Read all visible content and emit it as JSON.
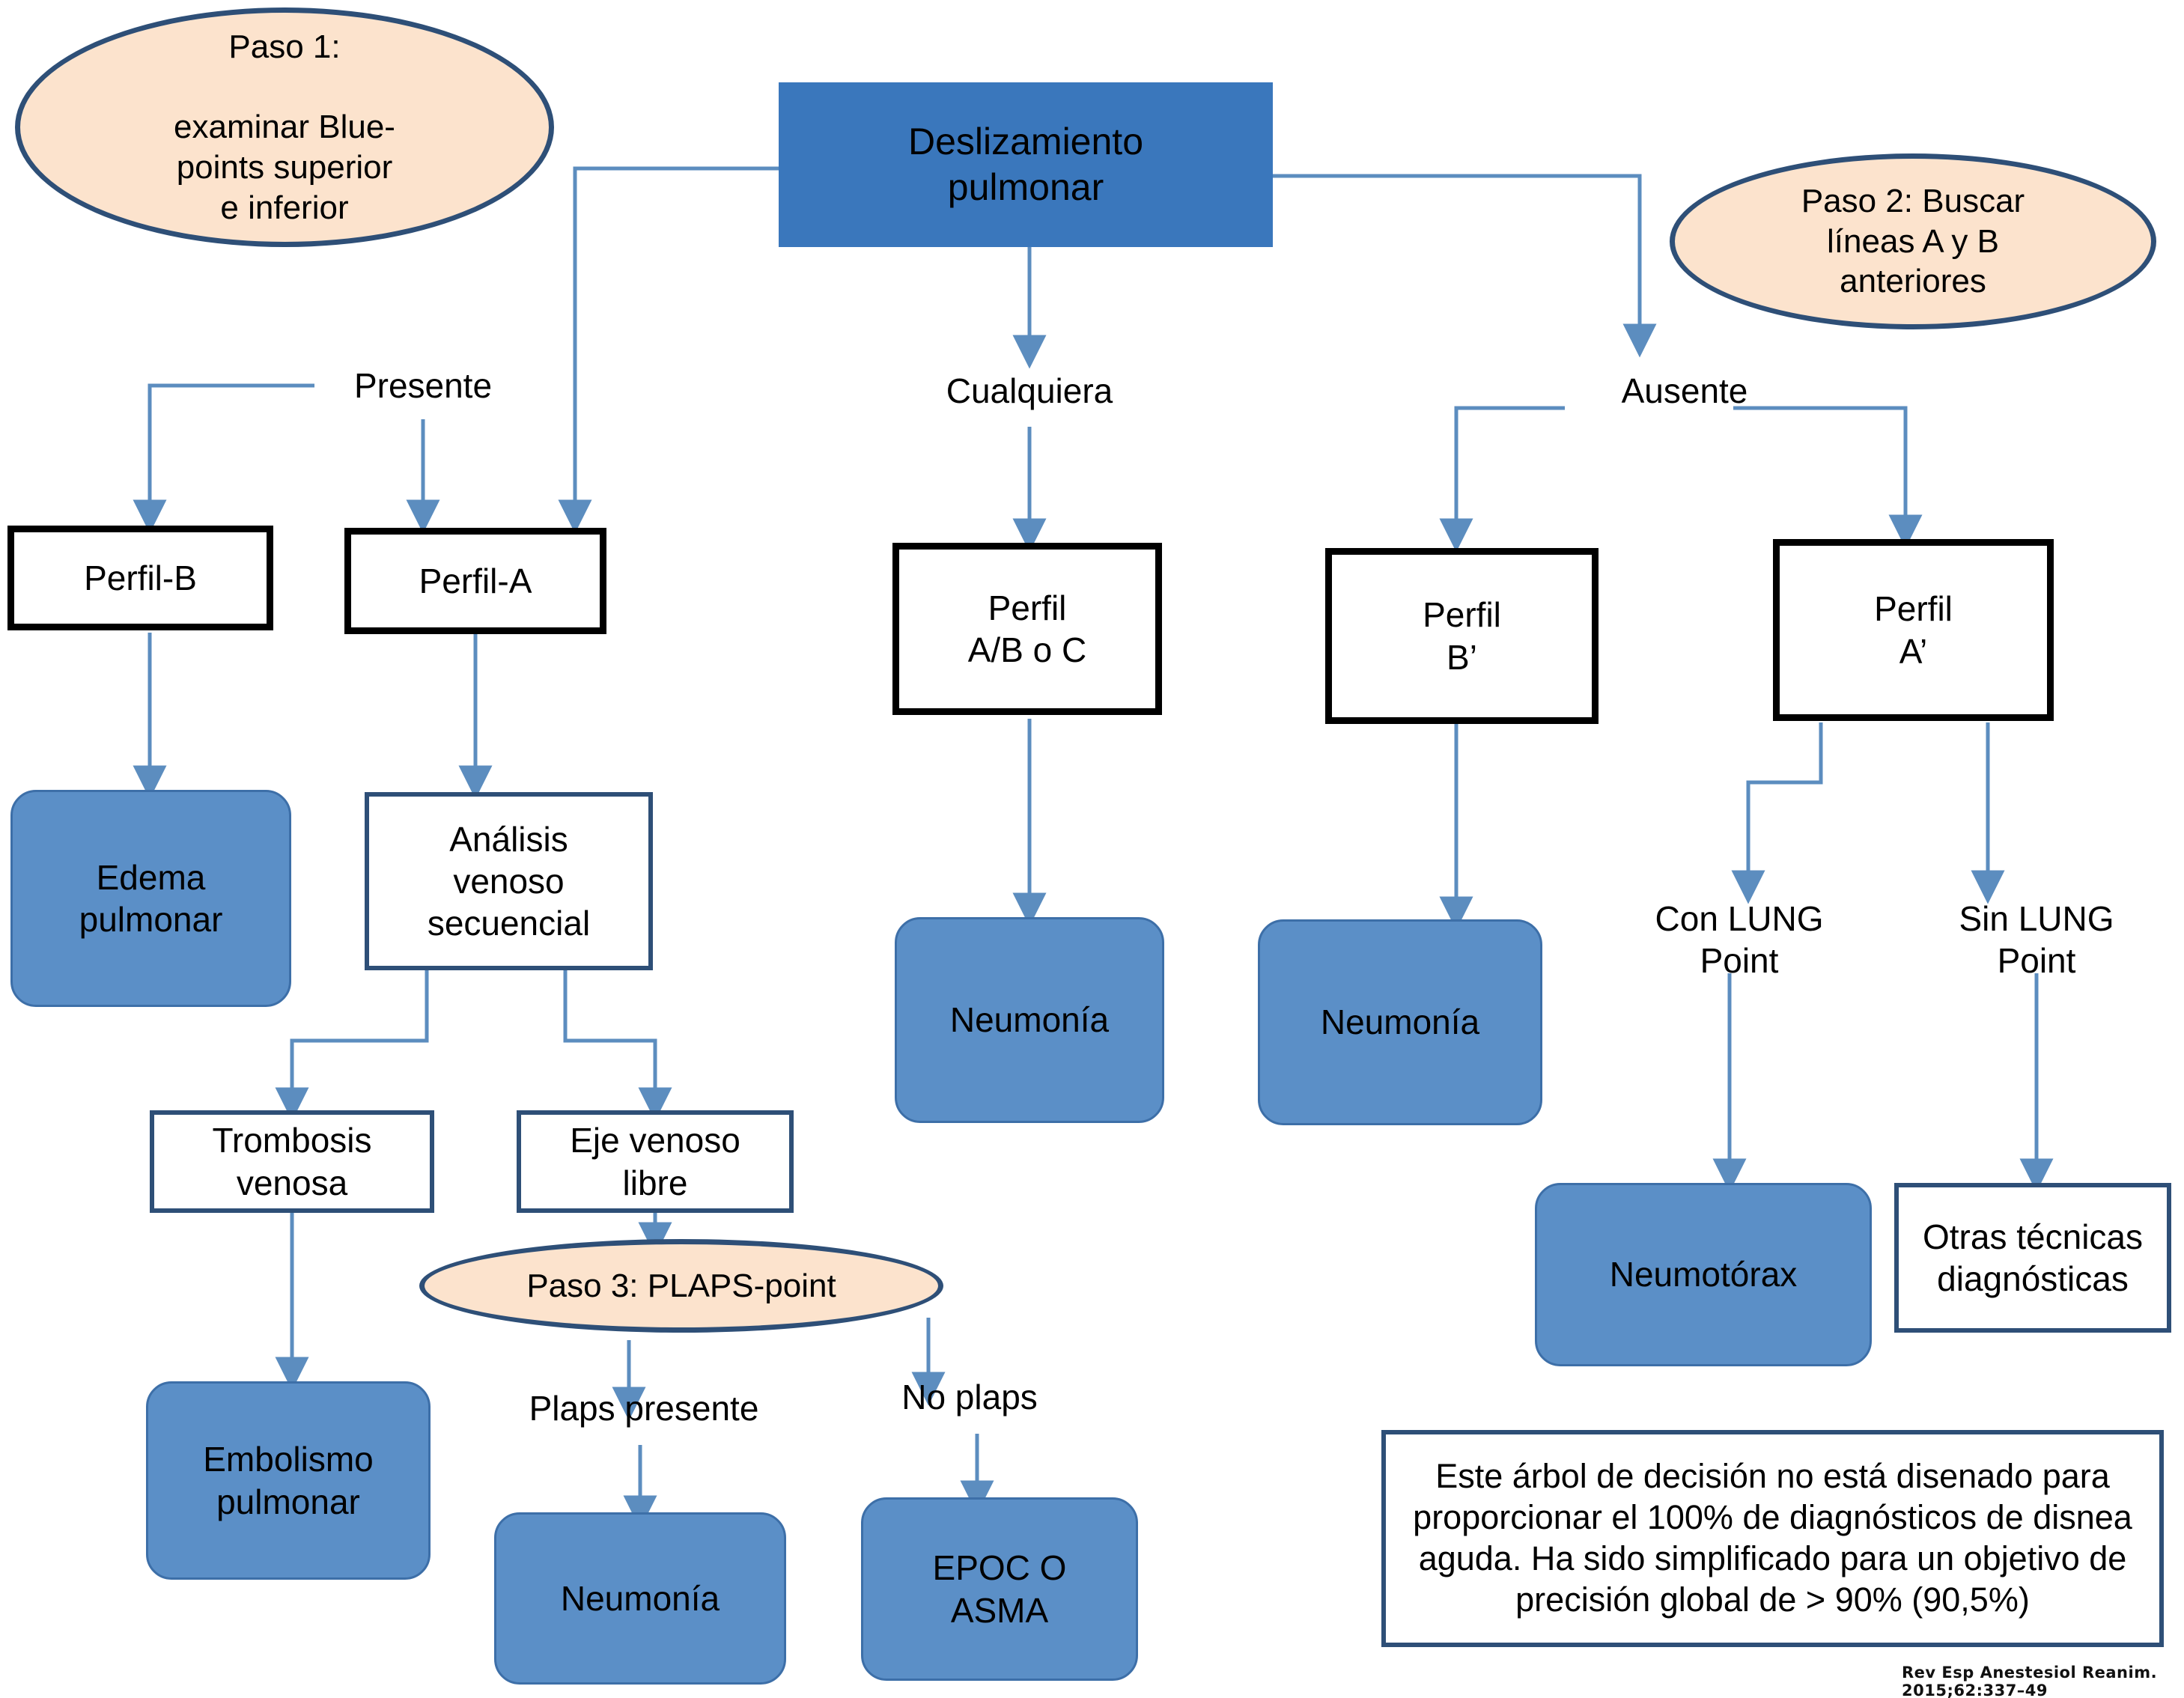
{
  "figure": {
    "citation": "Rev Esp Anestesiol Reanim. 2015;62:337–49",
    "colors": {
      "accent_blue": "#3A77BC",
      "terminal_blue": "#5B8FC7",
      "callout_peach": "#FCE3CD",
      "border_navy": "#2E4F77",
      "connector_blue": "#5C8DBF",
      "box_black": "#000000"
    }
  },
  "callouts": {
    "step1": "Paso 1:\n\nexaminar Blue-\npoints superior\ne inferior",
    "step2": "Paso 2: Buscar\nlíneas A y B\nanteriores",
    "step3": "Paso 3: PLAPS-point"
  },
  "root": {
    "label": "Deslizamiento\npulmonar"
  },
  "branch_labels": {
    "presente": "Presente",
    "cualquiera": "Cualquiera",
    "ausente": "Ausente",
    "con_lung_point": "Con LUNG\nPoint",
    "sin_lung_point": "Sin LUNG\nPoint",
    "plaps_presente": "Plaps presente",
    "no_plaps": "No plaps"
  },
  "profiles": {
    "perfil_b": "Perfil-B",
    "perfil_a": "Perfil-A",
    "perfil_abc": "Perfil\nA/B o C",
    "perfil_b_prime": "Perfil\nB’",
    "perfil_a_prime": "Perfil\nA’"
  },
  "intermediate": {
    "analisis_venoso": "Análisis\nvenoso\nsecuencial",
    "trombosis_venosa": "Trombosis\nvenosa",
    "eje_venoso_libre": "Eje venoso\nlibre",
    "otras_tecnicas": "Otras técnicas\ndiagnósticas"
  },
  "diagnoses": {
    "edema_pulmonar": "Edema\npulmonar",
    "neumonia_centro": "Neumonía",
    "neumonia_b_prime": "Neumonía",
    "neumonia_plaps": "Neumonía",
    "embolismo_pulmonar": "Embolismo\npulmonar",
    "epoc_asma": "EPOC O\nASMA",
    "neumotorax": "Neumotórax"
  },
  "note": {
    "text": "Este árbol de decisión no está disenado para proporcionar el 100% de diagnósticos de disnea aguda. Ha sido simplificado para un objetivo de precisión global de > 90% (90,5%)"
  }
}
